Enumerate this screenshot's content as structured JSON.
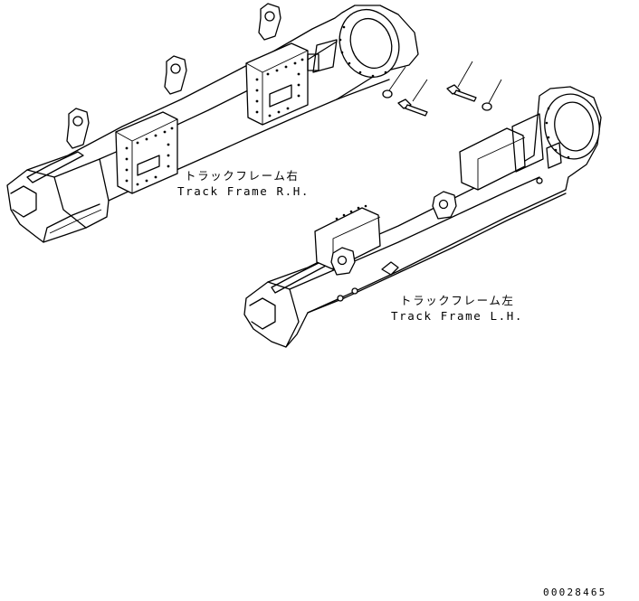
{
  "labels": {
    "rh_jp": "トラックフレーム右",
    "rh_en": "Track Frame R.H.",
    "lh_jp": "トラックフレーム左",
    "lh_en": "Track Frame L.H.",
    "drawing_no": "00028465"
  },
  "colors": {
    "line": "#000000",
    "background": "#ffffff"
  }
}
